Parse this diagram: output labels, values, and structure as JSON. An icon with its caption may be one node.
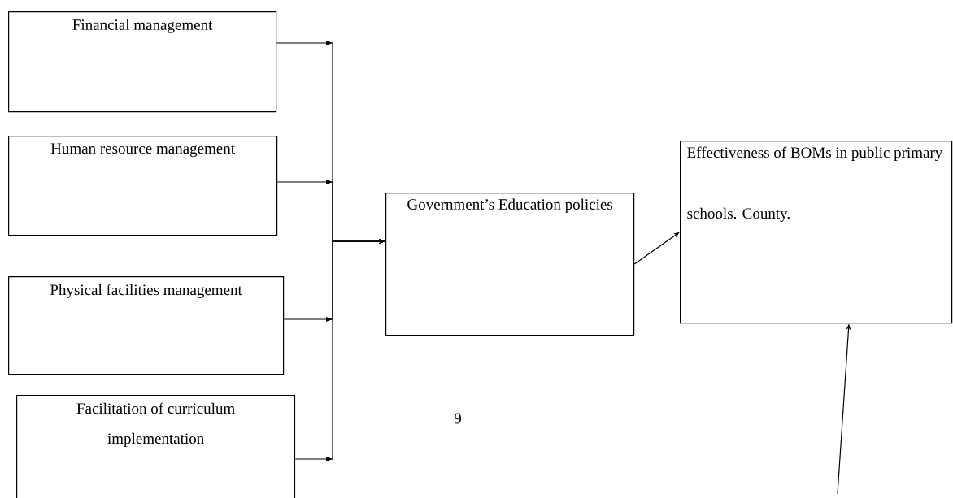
{
  "diagram": {
    "nodes": [
      {
        "text": [
          "Financial management"
        ]
      },
      {
        "text": [
          "Human resource management"
        ]
      },
      {
        "text": [
          "Physical facilities management"
        ]
      },
      {
        "text": [
          "Facilitation of curriculum implementation"
        ]
      },
      {
        "text": [
          "Government’s Education policies"
        ]
      },
      {
        "text": [
          "Effectiveness of BOMs in public primary schools. County."
        ]
      }
    ],
    "edges": [
      {
        "from": 0,
        "to": 4,
        "arrow": "to"
      },
      {
        "from": 1,
        "to": 4,
        "arrow": "to"
      },
      {
        "from": 2,
        "to": 4,
        "arrow": "to"
      },
      {
        "from": 3,
        "to": 4,
        "arrow": "to"
      },
      {
        "from": 4,
        "to": 5,
        "arrow": "to"
      },
      {
        "from": null,
        "to": 5,
        "arrow": "to"
      }
    ],
    "labels": [
      "9"
    ]
  }
}
